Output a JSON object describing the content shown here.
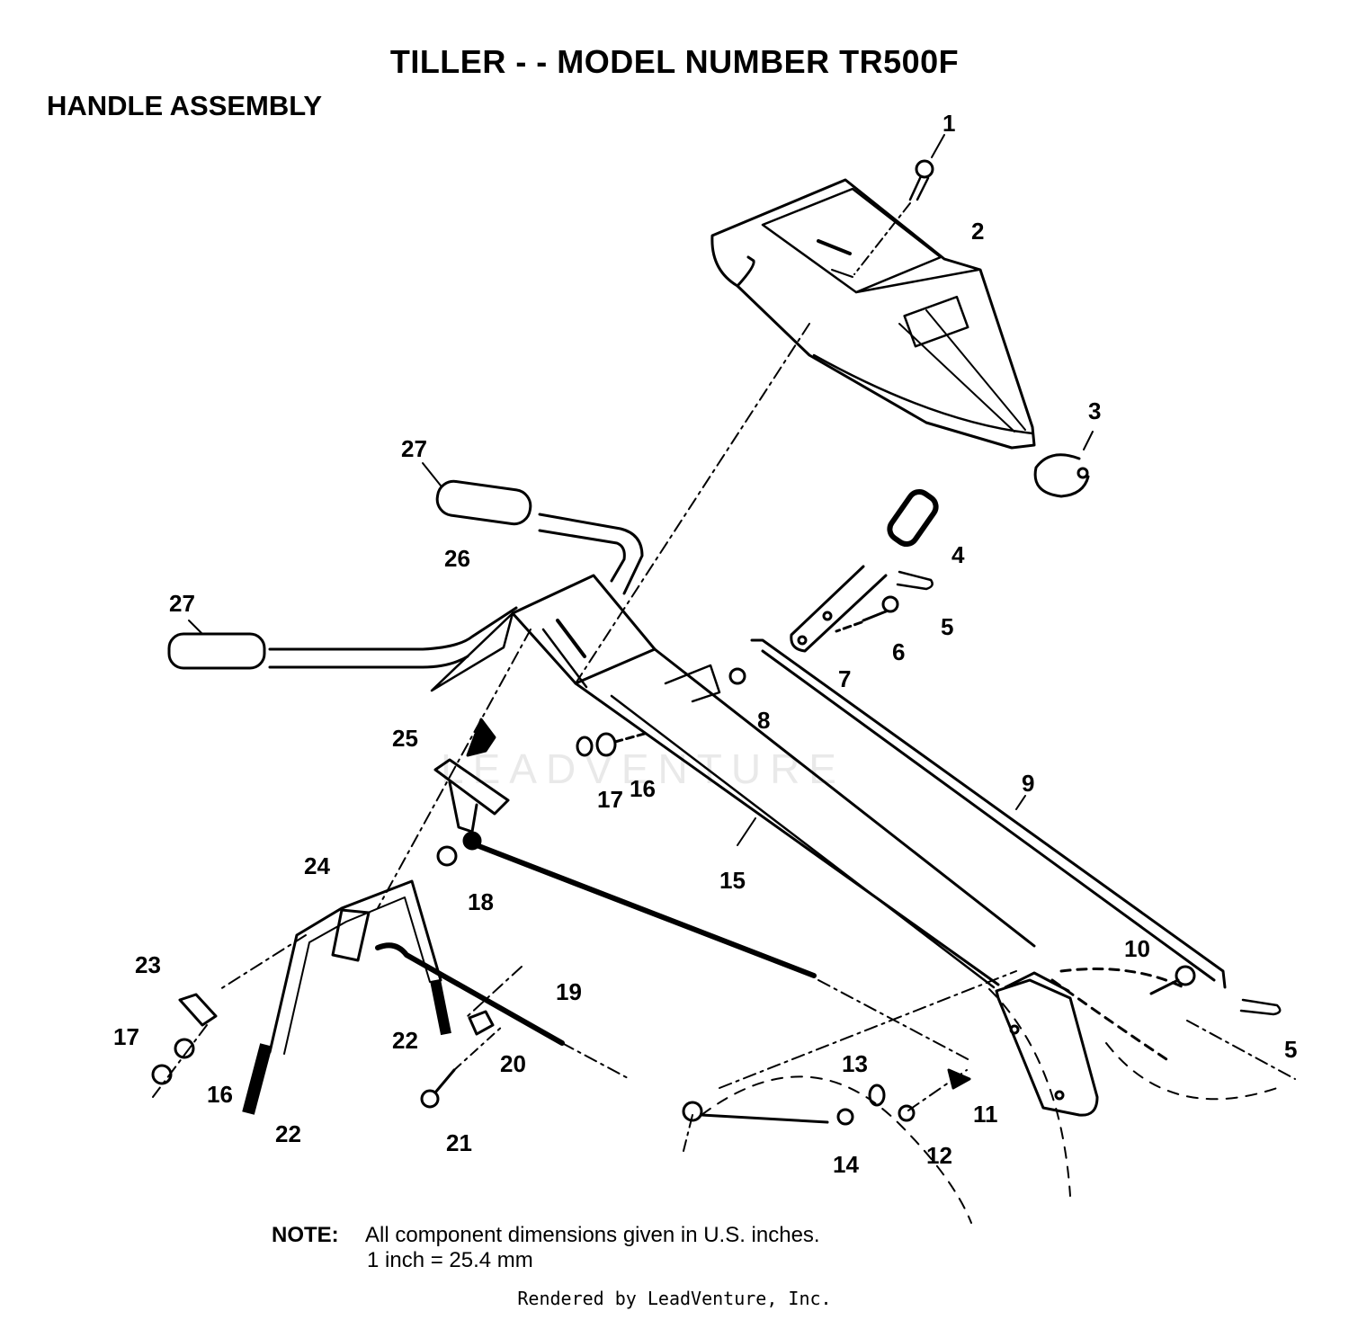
{
  "page": {
    "title": "TILLER - - MODEL NUMBER TR500F",
    "subtitle": "HANDLE ASSEMBLY",
    "watermark": "LEADVENTURE",
    "note_label": "NOTE:",
    "note_line1": "All component dimensions given in U.S. inches.",
    "note_line2": "1 inch = 25.4 mm",
    "credit": "Rendered by LeadVenture, Inc."
  },
  "callouts": {
    "c1": "1",
    "c2": "2",
    "c3": "3",
    "c4": "4",
    "c5a": "5",
    "c5b": "5",
    "c6": "6",
    "c7": "7",
    "c8": "8",
    "c9": "9",
    "c10": "10",
    "c11": "11",
    "c12": "12",
    "c13": "13",
    "c14": "14",
    "c15": "15",
    "c16a": "16",
    "c16b": "16",
    "c17a": "17",
    "c17b": "17",
    "c18": "18",
    "c19": "19",
    "c20": "20",
    "c21": "21",
    "c22a": "22",
    "c22b": "22",
    "c23": "23",
    "c24": "24",
    "c25": "25",
    "c26": "26",
    "c27a": "27",
    "c27b": "27"
  }
}
